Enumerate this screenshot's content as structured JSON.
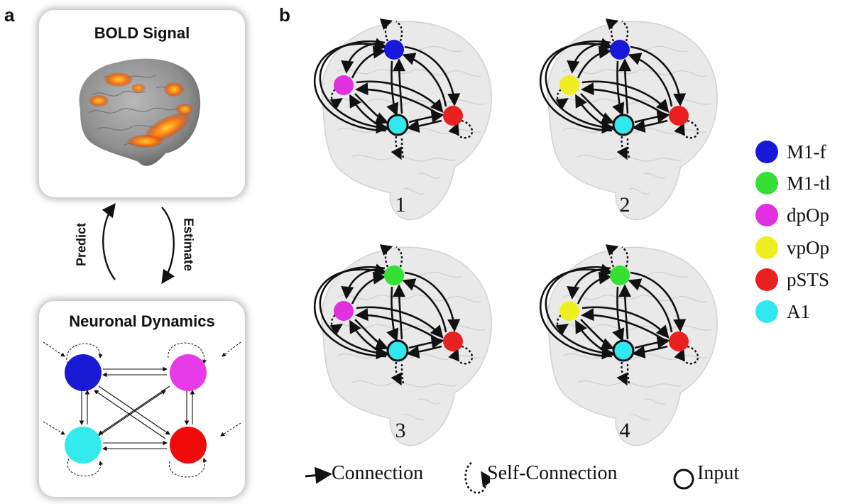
{
  "panel_a": {
    "letter": "a",
    "bold_signal_title": "BOLD Signal",
    "predict_label": "Predict",
    "estimate_label": "Estimate",
    "neuronal_title": "Neuronal Dynamics",
    "node_colors": [
      "#1a1ad4",
      "#e83be8",
      "#33eaec",
      "#f00a0a"
    ]
  },
  "panel_b": {
    "letter": "b",
    "models": [
      {
        "label": "1",
        "top_node": "M1-f",
        "left_node": "dpOp"
      },
      {
        "label": "2",
        "top_node": "M1-f",
        "left_node": "vpOp"
      },
      {
        "label": "3",
        "top_node": "M1-tl",
        "left_node": "dpOp"
      },
      {
        "label": "4",
        "top_node": "M1-tl",
        "left_node": "vpOp"
      }
    ],
    "legend": [
      {
        "label": "M1-f",
        "color": "#1818d8"
      },
      {
        "label": "M1-tl",
        "color": "#33e033"
      },
      {
        "label": "dpOp",
        "color": "#e030e0"
      },
      {
        "label": "vpOp",
        "color": "#eeee20"
      },
      {
        "label": "pSTS",
        "color": "#e82020"
      },
      {
        "label": "A1",
        "color": "#30e8ee"
      }
    ],
    "bottom_legend": {
      "connection": "Connection",
      "self_connection": "Self-Connection",
      "input": "Input"
    }
  }
}
